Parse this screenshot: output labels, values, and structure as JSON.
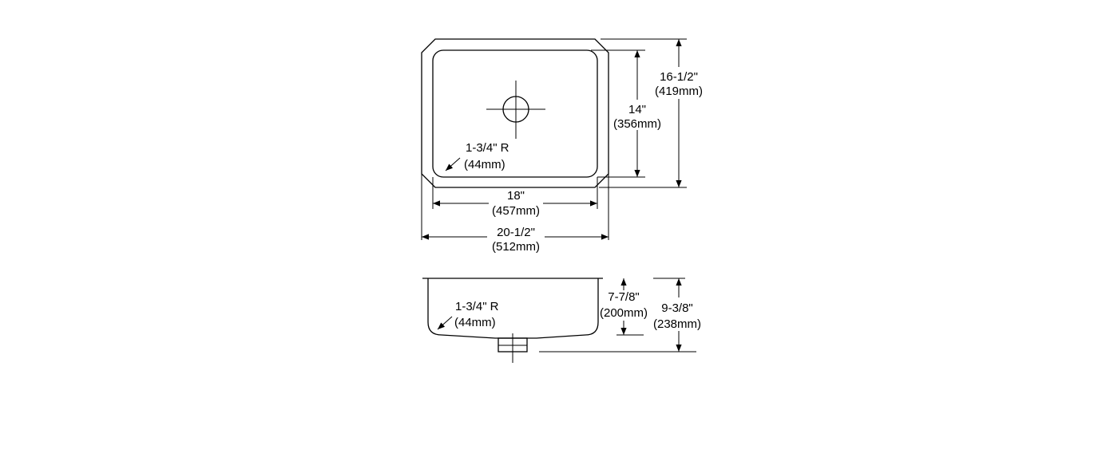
{
  "top_view": {
    "corner_radius": {
      "line1": "1-3/4\" R",
      "line2": "(44mm)"
    },
    "inner_width": {
      "line1": "18\"",
      "line2": "(457mm)"
    },
    "outer_width": {
      "line1": "20-1/2\"",
      "line2": "(512mm)"
    },
    "inner_length": {
      "line1": "14\"",
      "line2": "(356mm)"
    },
    "outer_length": {
      "line1": "16-1/2\"",
      "line2": "(419mm)"
    }
  },
  "side_view": {
    "corner_radius": {
      "line1": "1-3/4\" R",
      "line2": "(44mm)"
    },
    "bowl_depth": {
      "line1": "7-7/8\"",
      "line2": "(200mm)"
    },
    "overall_depth": {
      "line1": "9-3/8\"",
      "line2": "(238mm)"
    }
  }
}
